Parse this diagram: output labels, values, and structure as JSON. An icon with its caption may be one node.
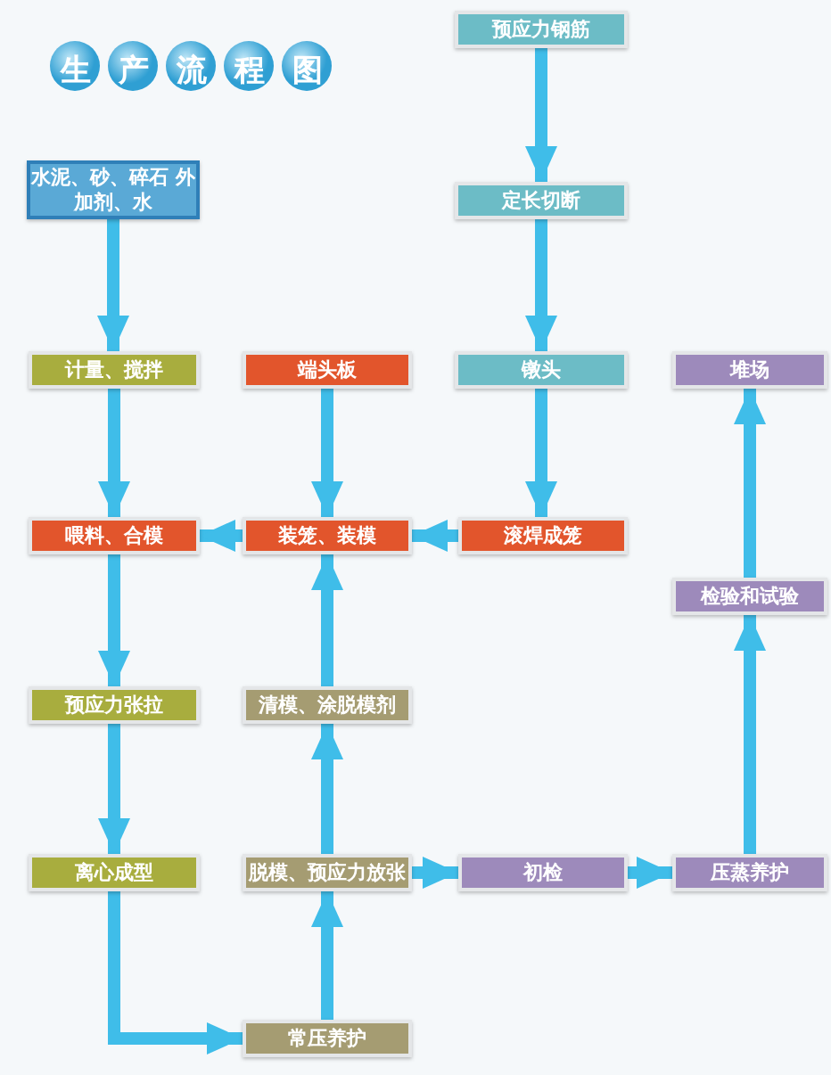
{
  "diagram": {
    "title": "生产流程图",
    "nodes": [
      {
        "text": [
          "预应力钢筋"
        ]
      },
      {
        "text": [
          "水泥、砂、碎石 外加剂、水"
        ]
      },
      {
        "text": [
          "定长切断"
        ]
      },
      {
        "text": [
          "计量、搅拌"
        ]
      },
      {
        "text": [
          "端头板"
        ]
      },
      {
        "text": [
          "镦头"
        ]
      },
      {
        "text": [
          "堆场"
        ]
      },
      {
        "text": [
          "喂料、合模"
        ]
      },
      {
        "text": [
          "装笼、装模"
        ]
      },
      {
        "text": [
          "滚焊成笼"
        ]
      },
      {
        "text": [
          "检验和试验"
        ]
      },
      {
        "text": [
          "预应力张拉"
        ]
      },
      {
        "text": [
          "清模、涂脱模剂"
        ]
      },
      {
        "text": [
          "离心成型"
        ]
      },
      {
        "text": [
          "脱模、预应力放张"
        ]
      },
      {
        "text": [
          "初检"
        ]
      },
      {
        "text": [
          "压蒸养护"
        ]
      },
      {
        "text": [
          "常压养护"
        ]
      }
    ],
    "edges": [
      {
        "from": 0,
        "to": 2,
        "arrow": "to"
      },
      {
        "from": 2,
        "to": 5,
        "arrow": "to"
      },
      {
        "from": 1,
        "to": 3,
        "arrow": "to"
      },
      {
        "from": 3,
        "to": 7,
        "arrow": "to"
      },
      {
        "from": 4,
        "to": 8,
        "arrow": "to"
      },
      {
        "from": 5,
        "to": 9,
        "arrow": "to"
      },
      {
        "from": 9,
        "to": 8,
        "arrow": "to"
      },
      {
        "from": 8,
        "to": 7,
        "arrow": "to"
      },
      {
        "from": 7,
        "to": 11,
        "arrow": "to"
      },
      {
        "from": 11,
        "to": 13,
        "arrow": "to"
      },
      {
        "from": 13,
        "to": 17,
        "arrow": "to"
      },
      {
        "from": 17,
        "to": 14,
        "arrow": "to"
      },
      {
        "from": 14,
        "to": 12,
        "arrow": "to"
      },
      {
        "from": 12,
        "to": 8,
        "arrow": "to"
      },
      {
        "from": 14,
        "to": 15,
        "arrow": "to"
      },
      {
        "from": 15,
        "to": 16,
        "arrow": "to"
      },
      {
        "from": 16,
        "to": 10,
        "arrow": "to"
      },
      {
        "from": 10,
        "to": 6,
        "arrow": "to"
      }
    ]
  }
}
